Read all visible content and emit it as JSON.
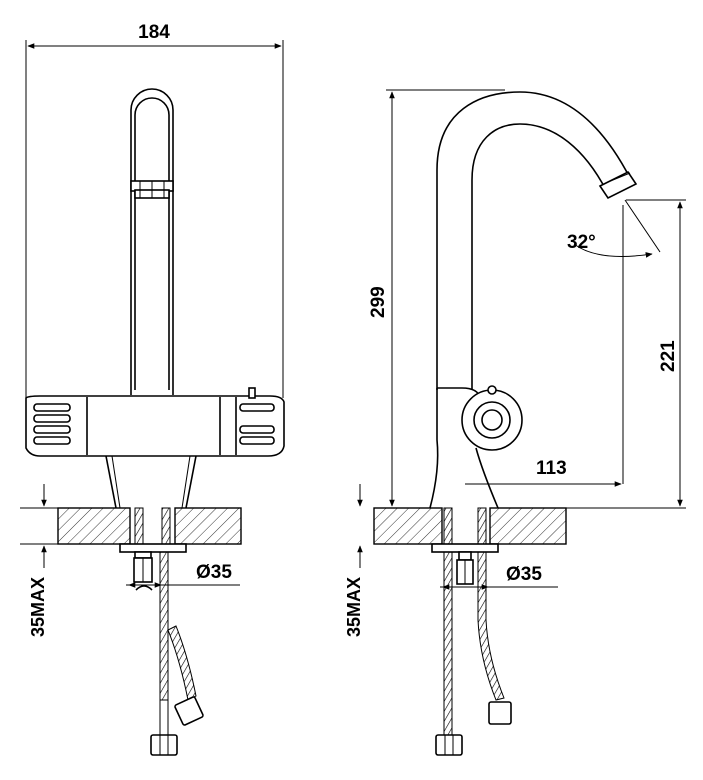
{
  "colors": {
    "line": "#000000",
    "background": "#ffffff"
  },
  "front_view": {
    "width_dim": "184",
    "hole_dim": "Ø35",
    "max_thickness_dim": "35MAX"
  },
  "side_view": {
    "height_dim": "299",
    "spout_height_dim": "221",
    "reach_dim": "113",
    "angle_dim": "32°",
    "hole_dim": "Ø35",
    "max_thickness_dim": "35MAX"
  }
}
